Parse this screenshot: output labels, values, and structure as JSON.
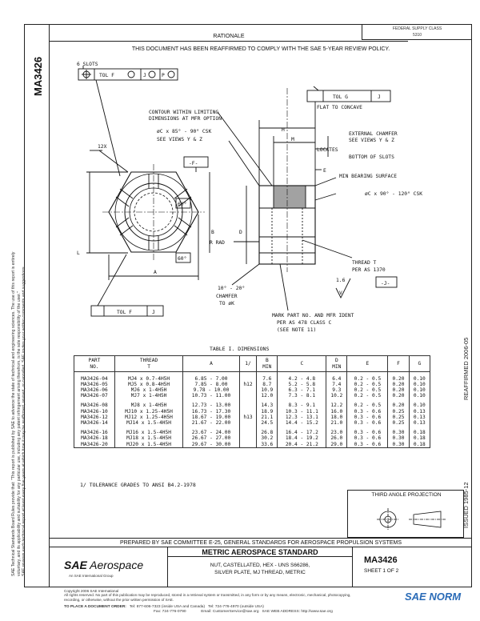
{
  "header": {
    "status_line1": "FEDERAL SUPPLY CLASS",
    "status_line2": "5310",
    "rationale": "RATIONALE",
    "reaffirm_statement": "THIS DOCUMENT HAS BEEN REAFFIRMED TO COMPLY WITH THE SAE 5-YEAR REVIEW POLICY."
  },
  "side": {
    "doc_number": "MA3426",
    "notice_lines": [
      "SAE Technical Standards Board Rules provide that: \"This report is published by SAE to advance the state of technical and engineering sciences. The use of this report is entirely",
      "voluntary, and its applicability and suitability for any particular use, including any patent infringement arising therefrom, is the sole responsibility of the user.\"",
      "SAE reviews each technical report at least every five years at which time it may be reaffirmed, revised, or cancelled. SAE invites your written comments and suggestions."
    ],
    "reaffirmed": "REAFFIRMED 2006-05",
    "issued": "ISSUED 1985-12"
  },
  "drawing": {
    "slots": "6 SLOTS",
    "fcf_top_tol": "TOL F",
    "fcf_top_j": "J",
    "fcf_top_p": "P",
    "fcf_right_tol": "TOL G",
    "fcf_right_j": "J",
    "flat_to_concave": "FLAT TO CONCAVE",
    "contour_1": "CONTOUR WITHIN LIMITING",
    "contour_2": "DIMENSIONS AT MFR OPTION",
    "csk_front_1": "øC x 85° - 90° CSK",
    "csk_front_2": "SEE VIEWS Y & Z",
    "label_h": "H",
    "label_m": "M",
    "ext_chamfer_1": "EXTERNAL CHAMFER",
    "ext_chamfer_2": "SEE VIEWS Y & Z",
    "locates": "LOCATES",
    "bottom_slots": "BOTTOM OF SLOTS",
    "label_e": "E",
    "min_bearing": "MIN BEARING SURFACE",
    "csk_side": "øC x 90° - 120° CSK",
    "label_12x": "12X",
    "datum_f": "-F-",
    "angle_60_top": "60°",
    "angle_60_bot": "60°",
    "label_l": "L",
    "label_b": "B",
    "label_d": "D",
    "r_rad": "R RAD",
    "thread_1": "THREAD T",
    "thread_2": "PER AS 1370",
    "datum_j": "-J-",
    "chamfer_1": "10° - 20°",
    "chamfer_2": "CHAMFER",
    "chamfer_3": "TO øK",
    "fcf_bot_tol": "TOL F",
    "fcf_bot_j": "J",
    "mark_1": "MARK PART NO. AND MFR IDENT",
    "mark_2": "PER AS 478 CLASS C",
    "mark_3": "(SEE NOTE 11)",
    "label_a": "A",
    "label_v": "V",
    "label_116": "1.6"
  },
  "table": {
    "title": "TABLE I. DIMENSIONS",
    "headers": {
      "part_1": "PART",
      "part_2": "NO.",
      "thread_1": "THREAD",
      "thread_2": "T",
      "a": "A",
      "note": "1/",
      "b_1": "B",
      "b_2": "MIN",
      "c": "C",
      "d_1": "D",
      "d_2": "MIN",
      "e": "E",
      "f": "F",
      "g": "G"
    },
    "group1": [
      {
        "part": "MA3426-04",
        "thread": "MJ4 x 0.7-4H5H",
        "a": "6.85 - 7.00",
        "b": "7.6",
        "c": "4.2 - 4.8",
        "d": "6.4",
        "e": "0.2 - 0.5",
        "f": "0.20",
        "g": "0.10"
      },
      {
        "part": "MA3426-05",
        "thread": "MJ5 x 0.8-4H5H",
        "a": "7.85 - 8.00",
        "b": "8.7",
        "c": "5.2 - 5.8",
        "d": "7.4",
        "e": "0.2 - 0.5",
        "f": "0.20",
        "g": "0.10"
      },
      {
        "part": "MA3426-06",
        "thread": "MJ6 x 1-4H5H",
        "a": "9.78 - 10.00",
        "b": "10.9",
        "c": "6.3 - 7.1",
        "d": "9.3",
        "e": "0.2 - 0.5",
        "f": "0.20",
        "g": "0.10"
      },
      {
        "part": "MA3426-07",
        "thread": "MJ7 x 1-4H5H",
        "a": "10.73 - 11.00",
        "b": "12.0",
        "c": "7.3 - 8.1",
        "d": "10.2",
        "e": "0.2 - 0.5",
        "f": "0.20",
        "g": "0.10"
      }
    ],
    "group1_tol": "h12",
    "group2": [
      {
        "part": "MA3426-08",
        "thread": "MJ8 x 1-4H5H",
        "a": "12.73 - 13.00",
        "b": "14.3",
        "c": "8.3 - 9.1",
        "d": "12.2",
        "e": "0.2 - 0.5",
        "f": "0.20",
        "g": "0.10"
      },
      {
        "part": "MA3426-10",
        "thread": "MJ10 x 1.25-4H5H",
        "a": "16.73 - 17.30",
        "b": "18.9",
        "c": "10.3 - 11.1",
        "d": "16.0",
        "e": "0.3 - 0.6",
        "f": "0.25",
        "g": "0.13"
      },
      {
        "part": "MA3426-12",
        "thread": "MJ12 x 1.25-4H5H",
        "a": "18.67 - 19.00",
        "b": "21.1",
        "c": "12.3 - 13.1",
        "d": "18.0",
        "e": "0.3 - 0.6",
        "f": "0.25",
        "g": "0.13"
      },
      {
        "part": "MA3426-14",
        "thread": "MJ14 x 1.5-4H5H",
        "a": "21.67 - 22.00",
        "b": "24.5",
        "c": "14.4 - 15.2",
        "d": "21.0",
        "e": "0.3 - 0.6",
        "f": "0.25",
        "g": "0.13"
      }
    ],
    "group2_tol": "h13",
    "group3": [
      {
        "part": "MA3426-16",
        "thread": "MJ16 x 1.5-4H5H",
        "a": "23.67 - 24.00",
        "b": "26.8",
        "c": "16.4 - 17.2",
        "d": "23.0",
        "e": "0.3 - 0.6",
        "f": "0.30",
        "g": "0.18"
      },
      {
        "part": "MA3426-18",
        "thread": "MJ18 x 1.5-4H5H",
        "a": "26.67 - 27.00",
        "b": "30.2",
        "c": "18.4 - 19.2",
        "d": "26.0",
        "e": "0.3 - 0.6",
        "f": "0.30",
        "g": "0.18"
      },
      {
        "part": "MA3426-20",
        "thread": "MJ20 x 1.5-4H5H",
        "a": "29.67 - 30.00",
        "b": "33.6",
        "c": "20.4 - 21.2",
        "d": "29.0",
        "e": "0.3 - 0.6",
        "f": "0.30",
        "g": "0.18"
      }
    ],
    "footnote": "1/   TOLERANCE GRADES TO ANSI B4.2-1978"
  },
  "projection": {
    "label": "THIRD ANGLE PROJECTION"
  },
  "title_block": {
    "prepared": "PREPARED BY SAE COMMITTEE E-25, GENERAL STANDARDS FOR AEROSPACE PROPULSION SYSTEMS",
    "logo_sae": "SAE",
    "logo_aerospace": "Aerospace",
    "logo_sub": "An SAE International Group",
    "standard": "METRIC AEROSPACE STANDARD",
    "desc_1": "NUT, CASTELLATED, HEX - UNS S66286,",
    "desc_2": "SILVER PLATE, MJ THREAD, METRIC",
    "number": "MA3426",
    "sheet": "SHEET 1 OF 2"
  },
  "footer": {
    "copyright_1": "Copyright 2006 SAE International",
    "copyright_2": "All rights reserved. No part of this publication may be reproduced, stored in a retrieval system or transmitted, in any form or by any means, electronic, mechanical, photocopying,",
    "copyright_3": "recording, or otherwise, without the prior written permission of SAE.",
    "order_label": "TO PLACE A DOCUMENT ORDER:",
    "tel_1": "Tel: 877-606-7323 (inside USA and Canada)",
    "tel_2": "Tel: 724-776-4970 (outside USA)",
    "fax": "Fax: 724-776-0790",
    "email": "Email: CustomerService@sae.org",
    "web": "SAE WEB ADDRESS: http://www.sae.org",
    "watermark": "SAE NORM"
  }
}
